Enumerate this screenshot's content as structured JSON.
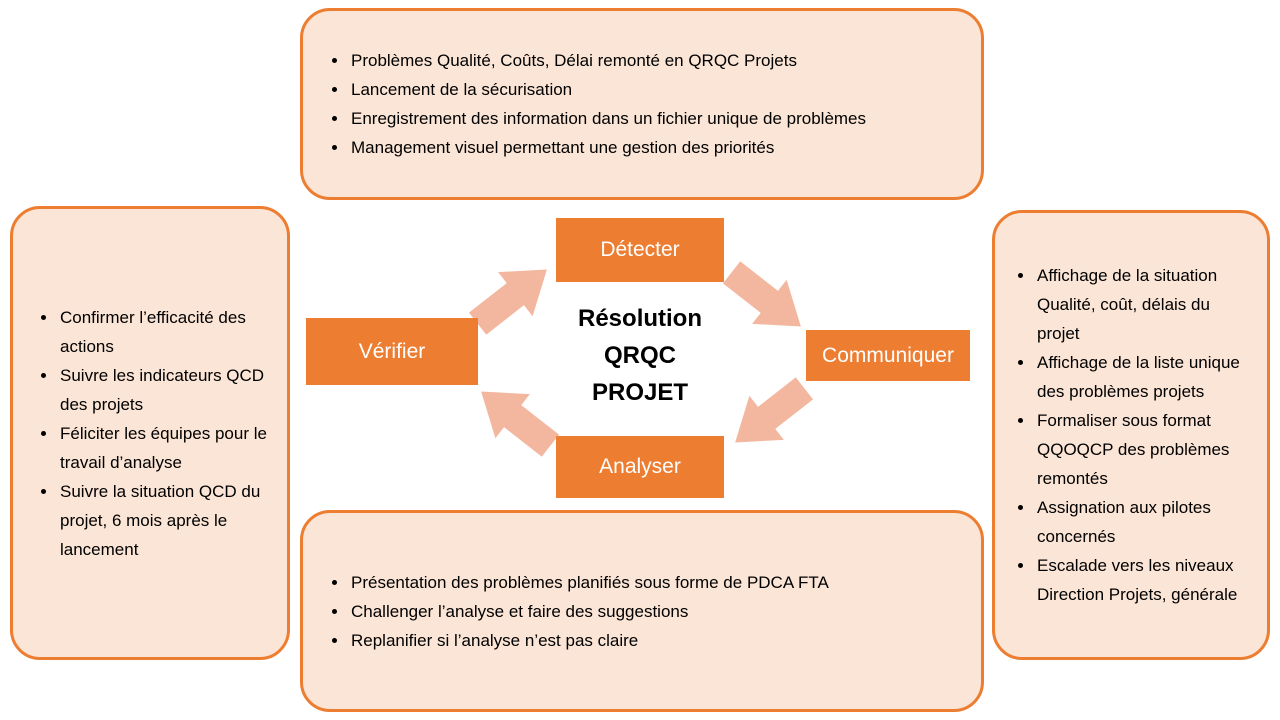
{
  "title": "Résolution QRQC PROJET",
  "center": {
    "lines": [
      "Résolution",
      "QRQC",
      "PROJET"
    ]
  },
  "stages": {
    "detecter": {
      "label": "Détecter"
    },
    "communiquer": {
      "label": "Communiquer"
    },
    "analyser": {
      "label": "Analyser"
    },
    "verifier": {
      "label": "Vérifier"
    }
  },
  "callouts": {
    "detecter": {
      "items": [
        "Problèmes Qualité, Coûts, Délai remonté en QRQC Projets",
        "Lancement de la sécurisation",
        "Enregistrement des information dans un fichier unique de problèmes",
        "Management visuel permettant une gestion des priorités"
      ]
    },
    "communiquer": {
      "items": [
        "Affichage de la situation Qualité, coût, délais du projet",
        "Affichage de la liste unique des problèmes projets",
        "Formaliser sous format QQOQCP des problèmes remontés",
        "Assignation aux pilotes concernés",
        "Escalade vers les niveaux Direction Projets, générale"
      ]
    },
    "analyser": {
      "items": [
        "Présentation des problèmes planifiés sous forme de PDCA FTA",
        "Challenger l’analyse et faire des suggestions",
        "Replanifier si l’analyse n’est pas claire"
      ]
    },
    "verifier": {
      "items": [
        "Confirmer l’efficacité des actions",
        "Suivre les indicateurs QCD des projets",
        "Féliciter les équipes pour le travail d’analyse",
        "Suivre la situation QCD du projet, 6 mois après le lancement"
      ]
    }
  },
  "arrows": [
    "verifier-to-detecter",
    "detecter-to-communiquer",
    "communiquer-to-analyser",
    "analyser-to-verifier"
  ],
  "colors": {
    "stage_fill": "#ED7D31",
    "stage_text": "#FFFFFF",
    "callout_fill": "#FBE5D6",
    "callout_border": "#ED7D31",
    "arrow_fill": "#F3B7A0",
    "text": "#000000",
    "background": "#FFFFFF"
  }
}
